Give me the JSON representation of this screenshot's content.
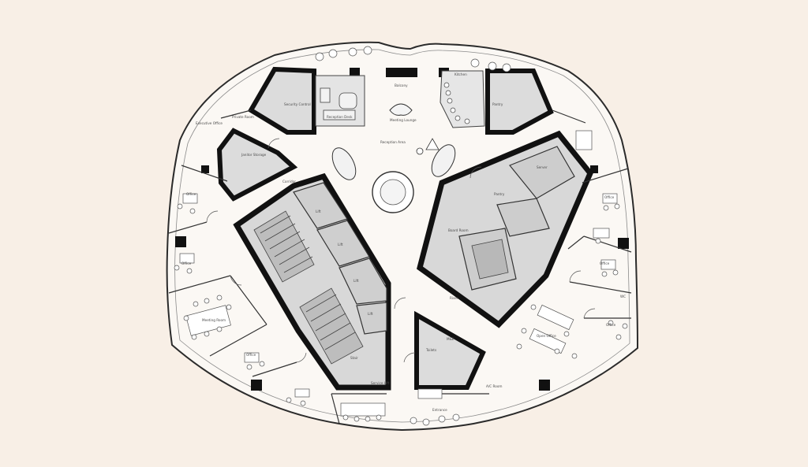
{
  "diagram": {
    "type": "architectural-floor-plan",
    "colors": {
      "background": "#f8efe6",
      "floor": "#fbf8f4",
      "wall": "#111111",
      "core_fill": "#d8d8d8",
      "line": "#3a3a3a",
      "furniture": "#f2f2f2"
    },
    "labels": {
      "reception": "Reception Desk",
      "lounge": "Meeting Lounge",
      "table_central": "Reception Area",
      "security": "Security Control",
      "storage": "Janitor Storage",
      "pantry": "Pantry",
      "kitchen": "Kitchen",
      "private_room": "Private Room",
      "executive": "Executive Office",
      "office_left_top": "Office",
      "office_left_mid": "Office",
      "meeting_room": "Meeting Room",
      "office_left_bottom": "Office",
      "lift_a": "Lift",
      "lift_b": "Lift",
      "lift_c": "Lift",
      "lift_d": "Lift",
      "stair": "Stair",
      "service_lift": "Service Lift",
      "toilets": "Toilets",
      "mechanical": "M&E",
      "riser": "Riser",
      "board_room": "Board Room",
      "pantry_right": "Pantry",
      "server": "Server",
      "office_right_top": "Office",
      "office_right_mid": "Office",
      "open_office": "Open Office",
      "office_right_bottom": "Office",
      "wc": "WC",
      "ac_room": "A/C Room",
      "entrance": "Entrance",
      "balcony": "Balcony",
      "corridor": "Corridor"
    }
  }
}
